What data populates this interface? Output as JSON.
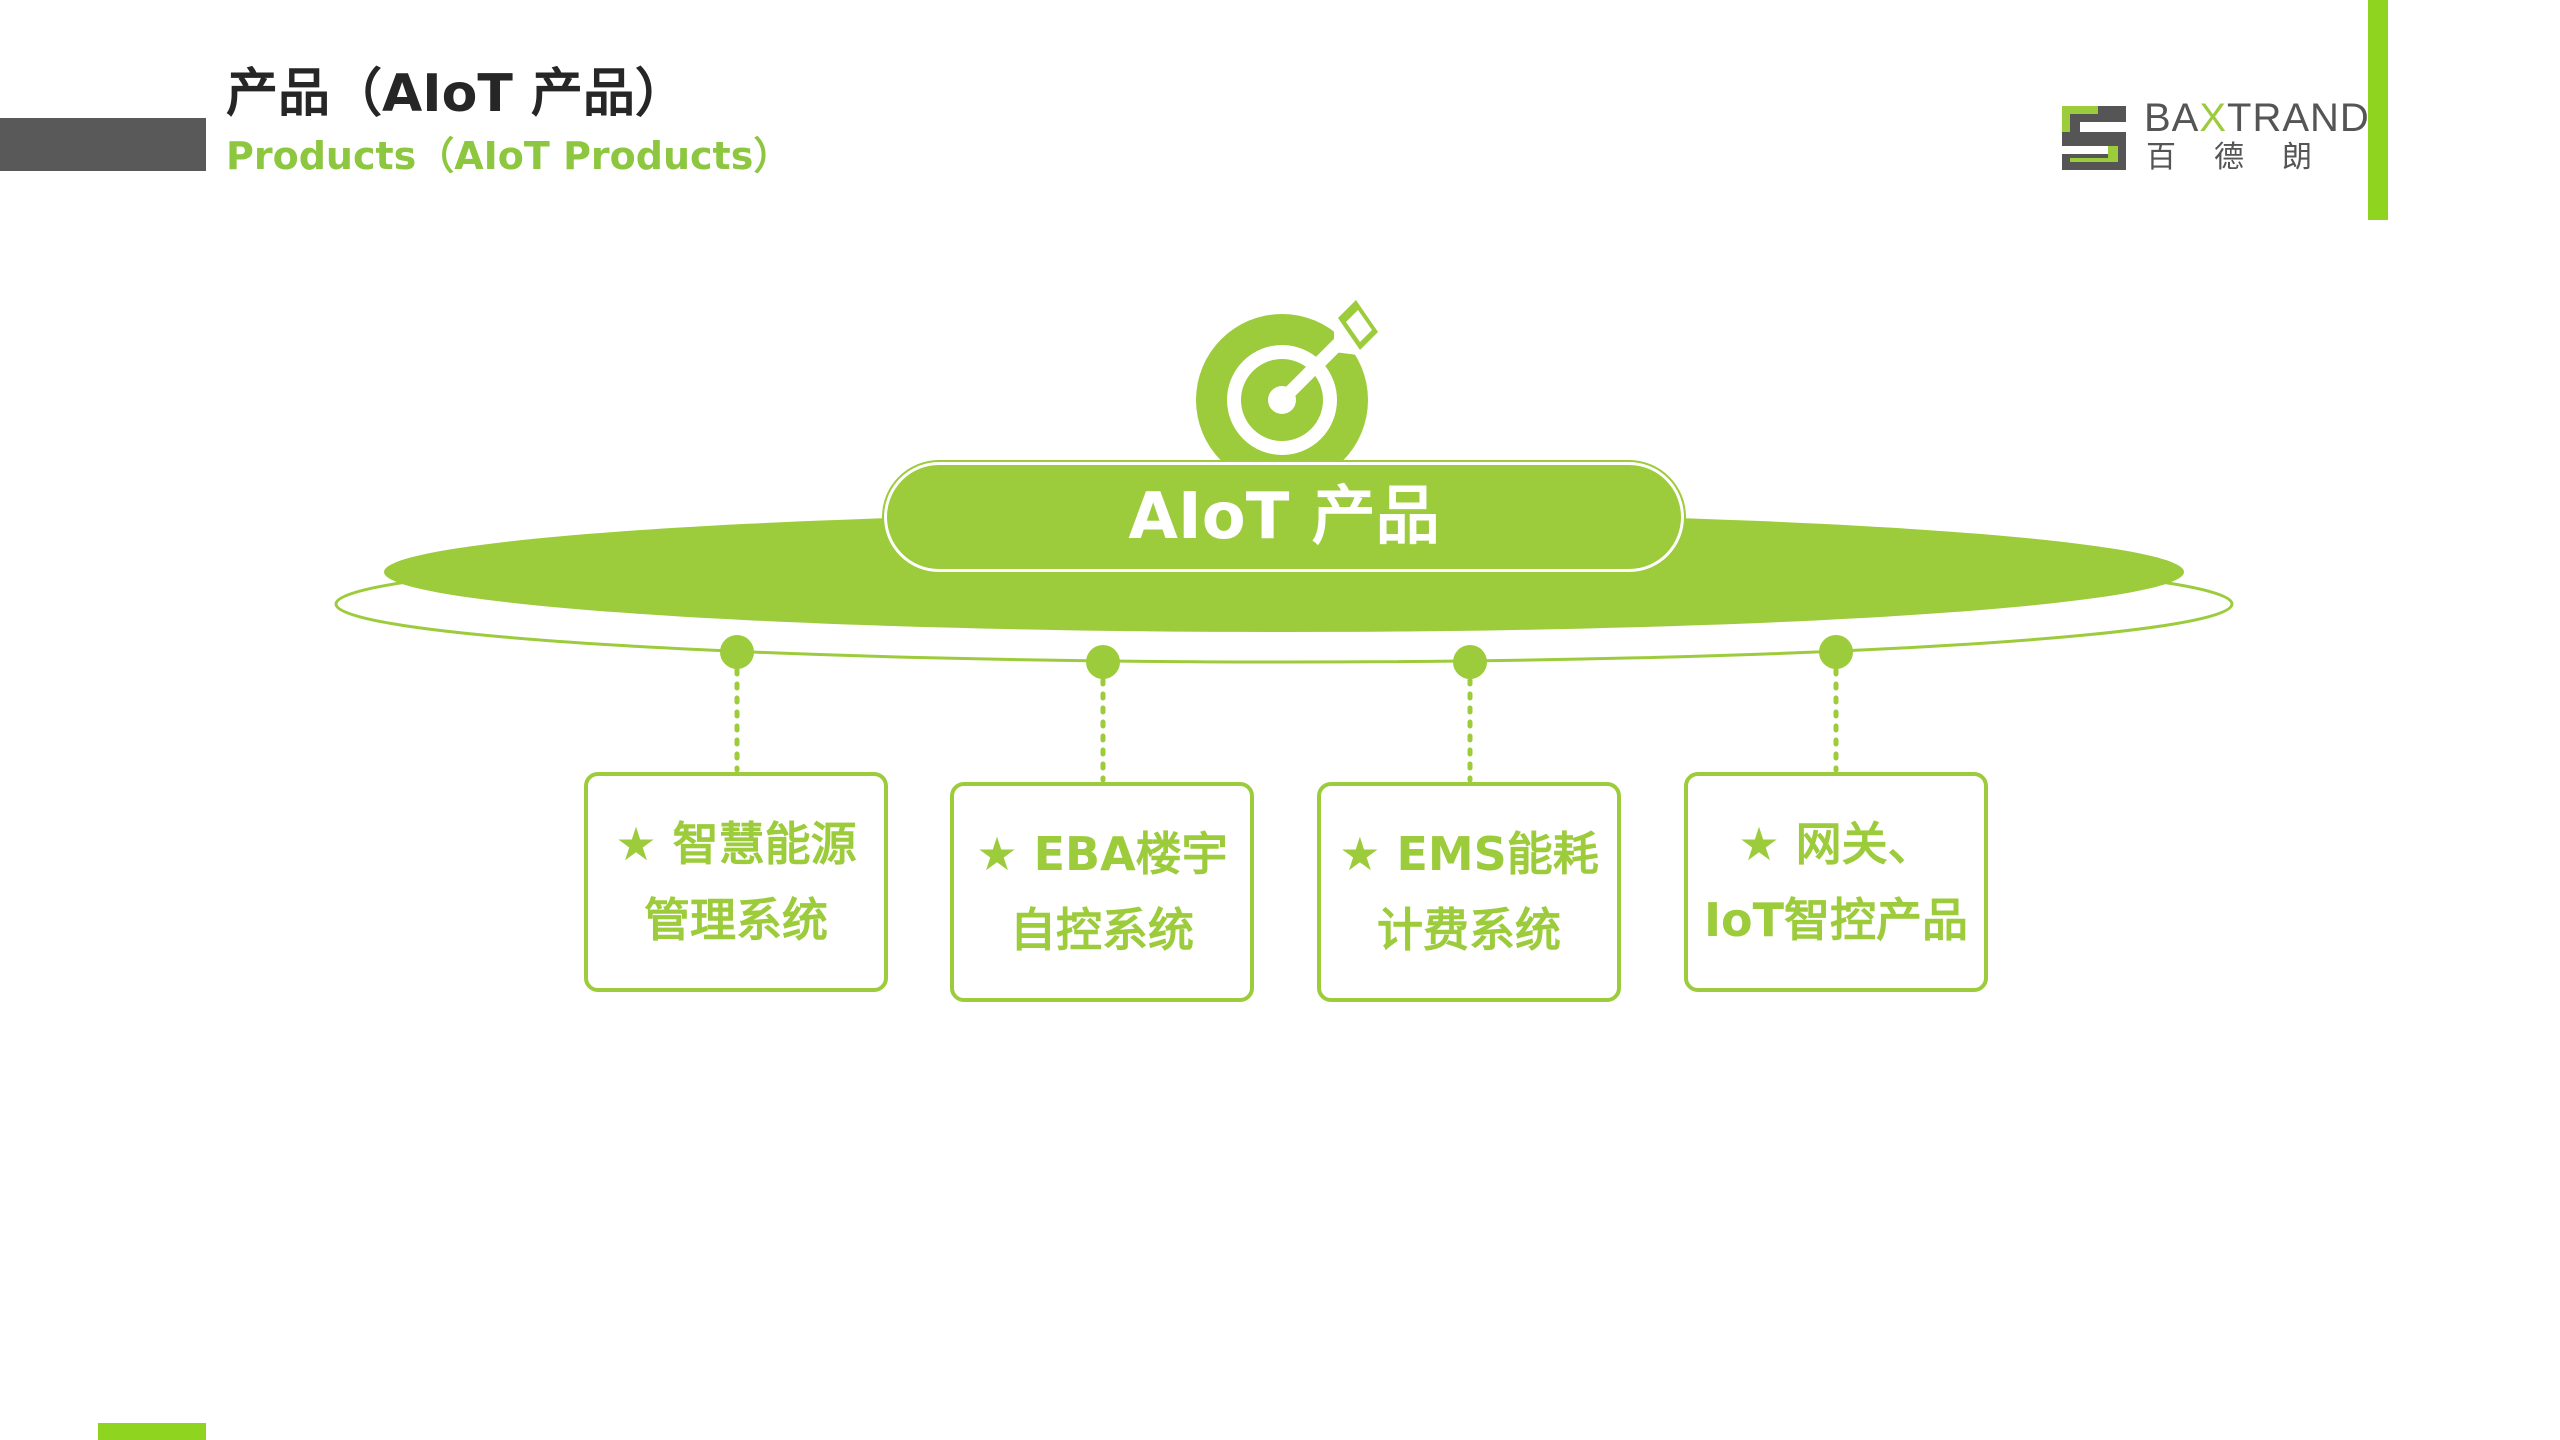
{
  "header": {
    "title_cn": "产品（AIoT 产品）",
    "title_en": "Products（AIoT Products）"
  },
  "logo": {
    "word_prefix": "BA",
    "word_x": "X",
    "word_suffix": "TRAND",
    "cn": "百德朗",
    "icon": "baxtrand-logo-icon"
  },
  "hub": {
    "icon": "target-arrow-icon",
    "label": "AIoT 产品"
  },
  "products": [
    {
      "line1": "★ 智慧能源",
      "line2": "管理系统"
    },
    {
      "line1": "★ EBA楼宇",
      "line2": "自控系统"
    },
    {
      "line1": "★ EMS能耗",
      "line2": "计费系统"
    },
    {
      "line1": "★ 网关、",
      "line2": "IoT智控产品"
    }
  ],
  "colors": {
    "accent": "#9ccb3b",
    "bright_green": "#8fd41e",
    "title_dark": "#262626",
    "bar_gray": "#595959"
  }
}
